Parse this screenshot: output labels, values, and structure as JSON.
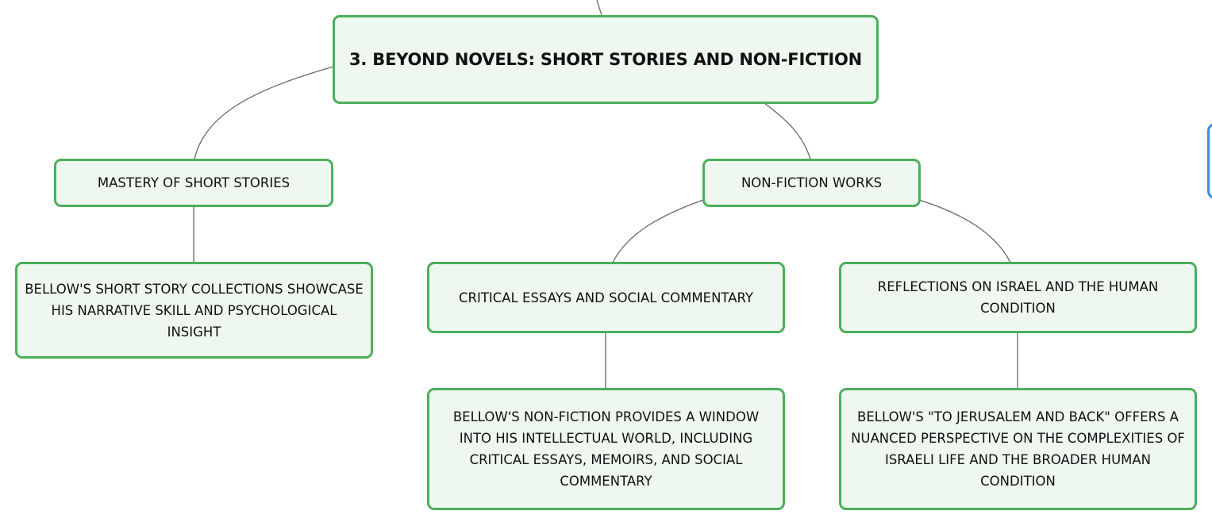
{
  "mindmap": {
    "root": {
      "label": "3. Beyond Novels: Short Stories and Non-Fiction"
    },
    "branches": [
      {
        "label": "Mastery of Short Stories",
        "children": [
          {
            "label": "Bellow's short story collections showcase his narrative skill and psychological insight"
          }
        ]
      },
      {
        "label": "Non-Fiction Works",
        "children": [
          {
            "label": "Critical Essays and Social Commentary",
            "children": [
              {
                "label": "Bellow's non-fiction provides a window into his intellectual world, including critical essays, memoirs, and social commentary"
              }
            ]
          },
          {
            "label": "Reflections on Israel and the Human Condition",
            "children": [
              {
                "label": "Bellow's \"To Jerusalem and Back\" offers a nuanced perspective on the complexities of Israeli life and the broader human condition"
              }
            ]
          }
        ]
      }
    ]
  },
  "colors": {
    "node_fill": "#eef8f0",
    "node_border": "#4caf5a",
    "edge": "#666666",
    "side_tab_border": "#3a8fe8"
  }
}
